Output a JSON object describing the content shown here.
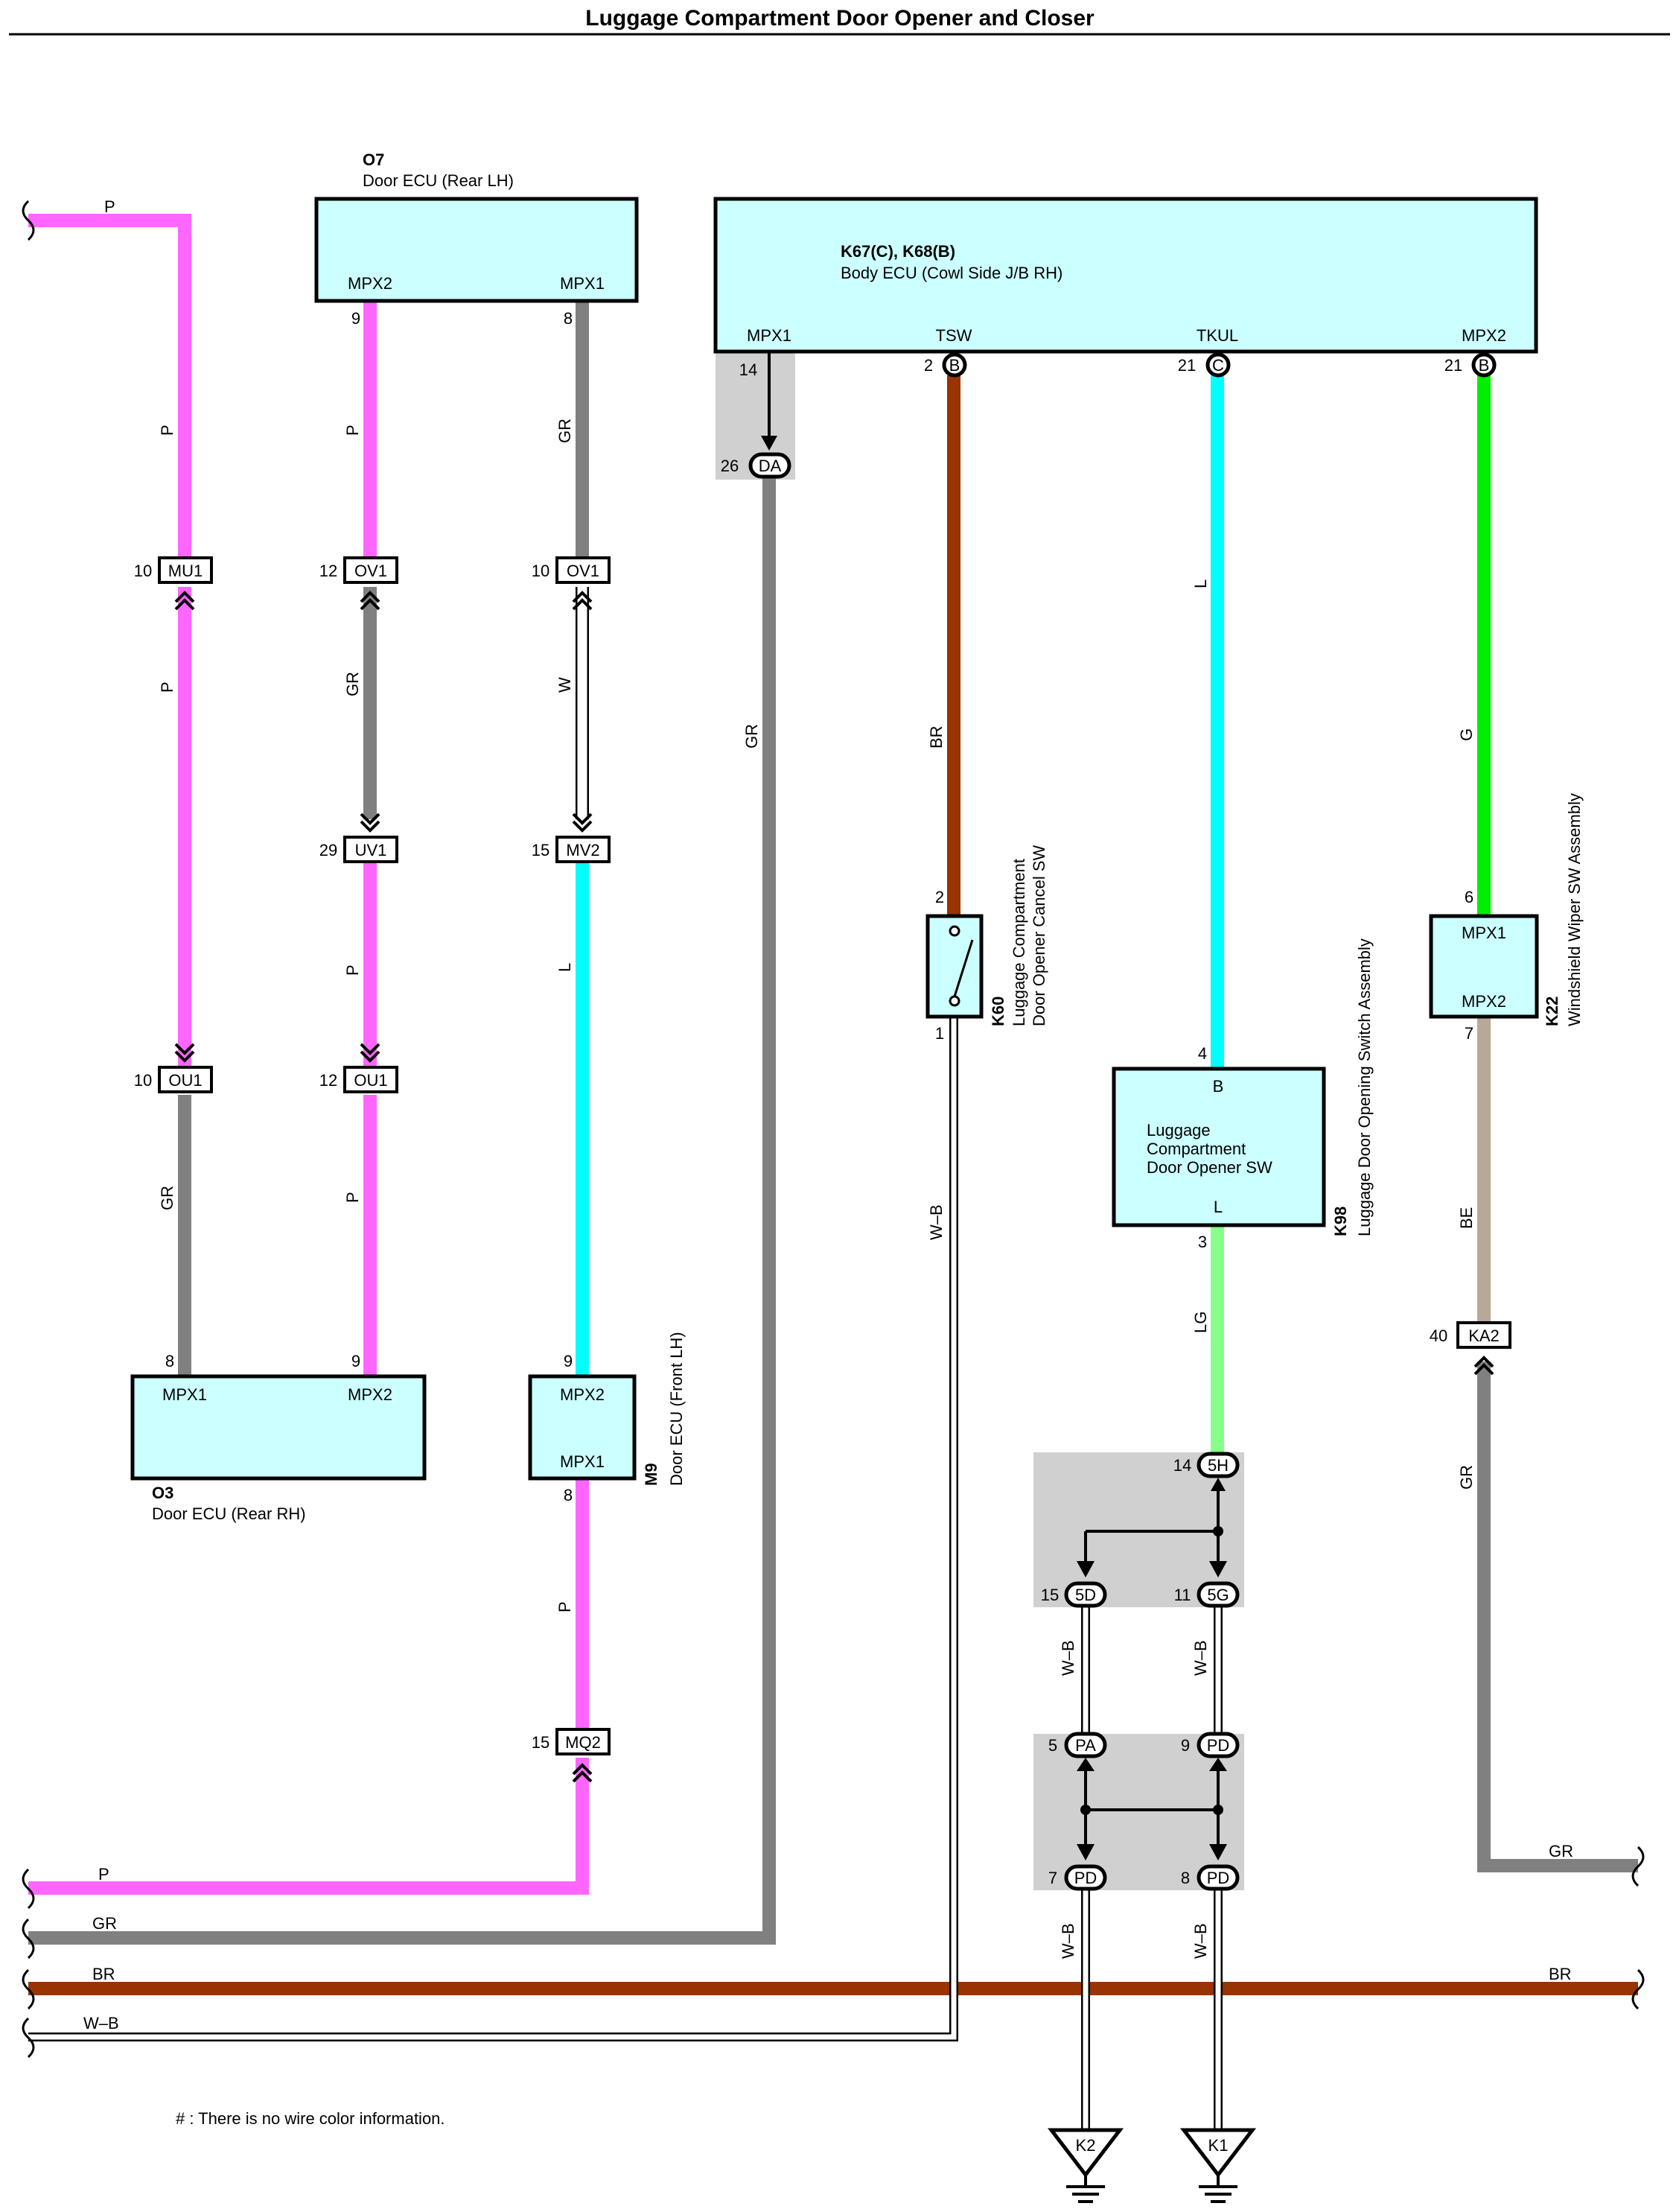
{
  "title": "Luggage Compartment Door Opener and Closer",
  "note": "# : There is no wire color information.",
  "colors": {
    "ecu_fill": "#ccffff",
    "pink": "#ff66ff",
    "gray": "#808080",
    "brown": "#993300",
    "cyan": "#00ffff",
    "green": "#00ee00",
    "light_green": "#88ff88",
    "beige": "#b8a898",
    "shade": "#d0d0d0"
  },
  "components": {
    "o7": {
      "code": "O7",
      "name": "Door ECU (Rear LH)",
      "t1": "MPX2",
      "t2": "MPX1"
    },
    "body_ecu": {
      "code": "K67(C), K68(B)",
      "name": "Body ECU (Cowl Side J/B RH)",
      "t1": "MPX1",
      "t2": "TSW",
      "t3": "TKUL",
      "t4": "MPX2"
    },
    "o3": {
      "code": "O3",
      "name": "Door ECU (Rear RH)",
      "t1": "MPX1",
      "t2": "MPX2"
    },
    "m9": {
      "code": "M9",
      "name": "Door ECU (Front LH)",
      "t1": "MPX2",
      "t2": "MPX1"
    },
    "k60": {
      "code": "K60",
      "name_line1": "Luggage Compartment",
      "name_line2": "Door Opener Cancel SW"
    },
    "k98": {
      "code": "K98",
      "name": "Luggage Door Opening Switch Assembly",
      "box_line1": "Luggage",
      "box_line2": "Compartment",
      "box_line3": "Door Opener SW",
      "t1": "B",
      "t2": "L"
    },
    "k22": {
      "code": "K22",
      "name": "Windshield Wiper SW Assembly",
      "t1": "MPX1",
      "t2": "MPX2"
    }
  },
  "connectors": {
    "mu1": "MU1",
    "ov1": "OV1",
    "ov1b": "OV1",
    "uv1": "UV1",
    "mv2": "MV2",
    "ou1": "OU1",
    "ou1b": "OU1",
    "mq2": "MQ2",
    "ka2": "KA2",
    "da": "DA",
    "b": "B",
    "c": "C",
    "b2": "B",
    "j5h": "5H",
    "j5d": "5D",
    "j5g": "5G",
    "pa": "PA",
    "pd1": "PD",
    "pd2": "PD",
    "pd3": "PD",
    "k2": "K2",
    "k1": "K1"
  },
  "pins": {
    "o7_mpx2": "9",
    "o7_mpx1": "8",
    "mu1": "10",
    "ov1a": "12",
    "ov1b": "10",
    "uv1": "29",
    "mv2": "15",
    "ou1a": "10",
    "ou1b": "12",
    "o3_mpx1": "8",
    "o3_mpx2": "9",
    "m9_mpx2": "9",
    "m9_mpx1": "8",
    "mq2": "15",
    "ecu_mpx1": "14",
    "da": "26",
    "tsw": "2",
    "tkul": "21",
    "ecu_mpx2": "21",
    "k60_top": "2",
    "k60_bot": "1",
    "k98_b": "4",
    "k98_l": "3",
    "k22_mpx1": "6",
    "k22_mpx2": "7",
    "ka2": "40",
    "j5h": "14",
    "j5d": "15",
    "j5g": "11",
    "pa": "5",
    "pd_top": "9",
    "pd_l": "7",
    "pd_r": "8"
  },
  "wire_labels": {
    "p": "P",
    "gr": "GR",
    "w": "W",
    "l": "L",
    "br": "BR",
    "g": "G",
    "be": "BE",
    "lg": "LG",
    "wb": "W–B"
  }
}
